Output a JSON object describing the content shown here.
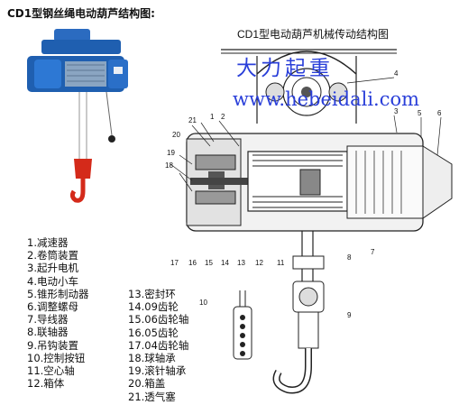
{
  "page_title": "CD1型钢丝绳电动葫芦结构图:",
  "diagram_title": "CD1型电动葫芦机械传动结构图",
  "watermark": {
    "text": "大力起重",
    "url": "www.hebeidali.com"
  },
  "callouts": [
    "1",
    "2",
    "3",
    "4",
    "5",
    "6",
    "7",
    "8",
    "9",
    "10",
    "11",
    "12",
    "13",
    "14",
    "15",
    "16",
    "17",
    "18",
    "19",
    "20",
    "21"
  ],
  "parts_left": [
    "1.减速器",
    "2.卷筒装置",
    "3.起升电机",
    "4.电动小车",
    "5.锥形制动器",
    "6.调整螺母",
    "7.导线器",
    "8.联轴器",
    "9.吊钩装置",
    "10.控制按钮",
    "11.空心轴",
    "12.箱体"
  ],
  "parts_right": [
    "13.密封环",
    "14.09齿轮",
    "15.06齿轮轴",
    "16.05齿轮",
    "17.04齿轮轴",
    "18.球轴承",
    "19.滚针轴承",
    "20.箱盖",
    "21.透气塞"
  ],
  "colors": {
    "hoist_blue": "#1f5fb0",
    "hook_red": "#d42a1a",
    "watermark_blue": "#2a3fd9"
  }
}
